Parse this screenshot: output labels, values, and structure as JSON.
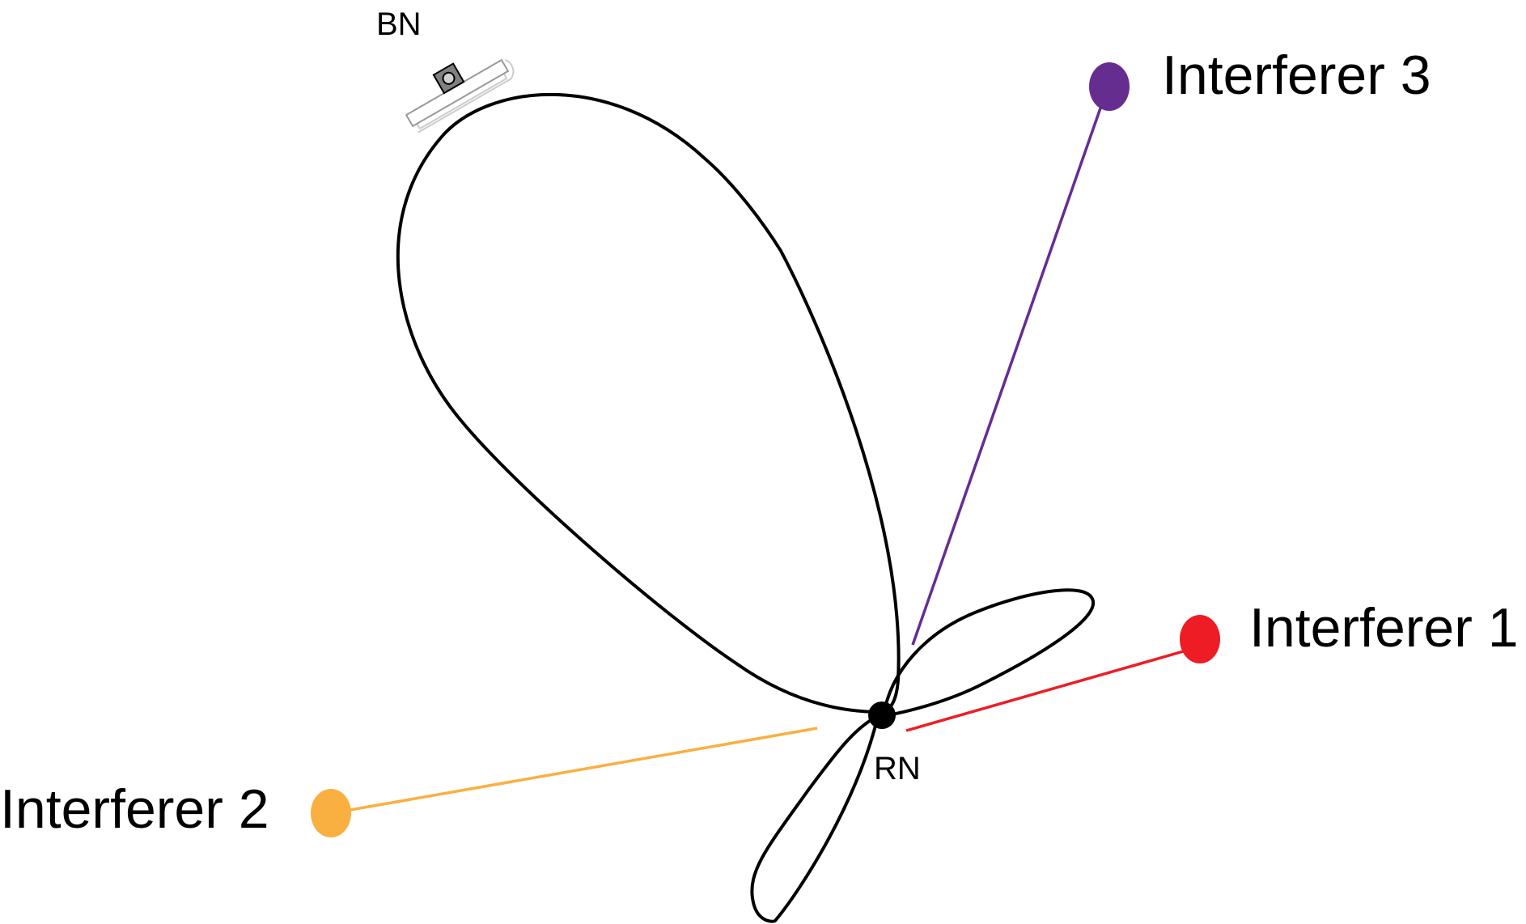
{
  "labels": {
    "base_node": "BN",
    "relay_node": "RN",
    "interferer_1": "Interferer 1",
    "interferer_2": "Interferer 2",
    "interferer_3": "Interferer 3"
  },
  "colors": {
    "beam_pattern": "#000000",
    "relay_node": "#000000",
    "interferer_1": "#ee1c25",
    "interferer_2": "#f9b041",
    "interferer_3": "#662d91",
    "antenna_body": "#808080",
    "antenna_panel": "#cccccc"
  },
  "icons": {
    "base_node": "antenna-panel-icon"
  }
}
